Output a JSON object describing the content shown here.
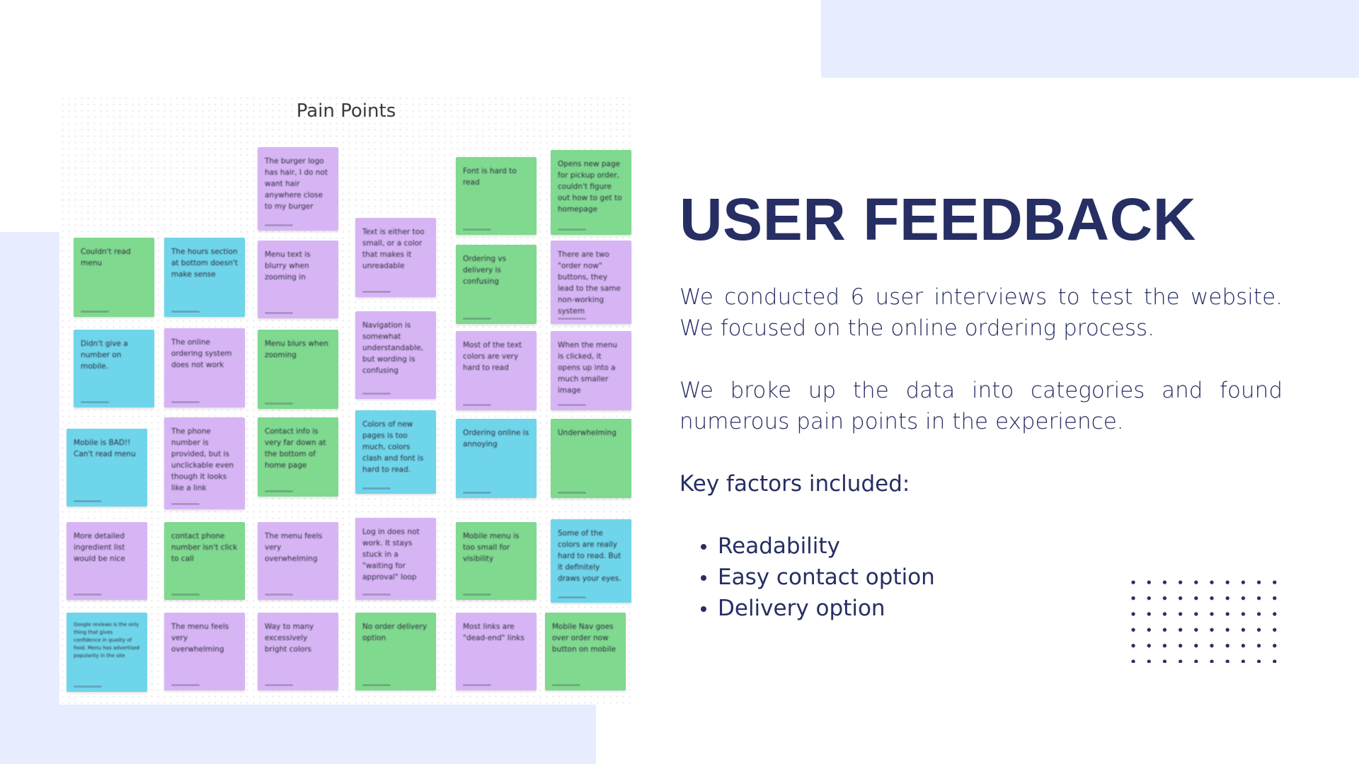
{
  "board": {
    "title": "Pain Points",
    "notes": [
      {
        "text": "Couldn't read menu",
        "color": "#7fd98f"
      },
      {
        "text": "Didn't give a number on mobile.",
        "color": "#6fd5ea"
      },
      {
        "text": "Mobile is BAD!! Can't read menu",
        "color": "#6fd5ea"
      },
      {
        "text": "More detailed ingredient list would be nice",
        "color": "#d7b5f5"
      },
      {
        "text": "Google reviews is the only thing that gives confidence in quality of food. Menu has advertised popularity in the site",
        "color": "#6fd5ea"
      },
      {
        "text": "The hours section at bottom doesn't make sense",
        "color": "#6fd5ea"
      },
      {
        "text": "The online ordering system does not work",
        "color": "#d7b5f5"
      },
      {
        "text": "The phone number is provided, but is unclickable even though it looks like a link",
        "color": "#d7b5f5"
      },
      {
        "text": "contact phone number isn't click to call",
        "color": "#7fd98f"
      },
      {
        "text": "The menu feels very overwhelming",
        "color": "#d7b5f5"
      },
      {
        "text": "The burger logo has hair, I do not want hair anywhere close to my burger",
        "color": "#d7b5f5"
      },
      {
        "text": "Menu text is blurry when zooming in",
        "color": "#d7b5f5"
      },
      {
        "text": "Menu blurs when zooming",
        "color": "#7fd98f"
      },
      {
        "text": "Contact info is very far down at the bottom of home page",
        "color": "#7fd98f"
      },
      {
        "text": "The menu feels very overwhelming",
        "color": "#d7b5f5"
      },
      {
        "text": "Way to many excessively bright colors",
        "color": "#d7b5f5"
      },
      {
        "text": "Text is either too small, or a color that makes it unreadable",
        "color": "#d7b5f5"
      },
      {
        "text": "Navigation is somewhat understandable, but wording is confusing",
        "color": "#d7b5f5"
      },
      {
        "text": "Colors of new pages is too much, colors clash and font is hard to read.",
        "color": "#6fd5ea"
      },
      {
        "text": "Log in does not work. It stays stuck in a \"waiting for approval\" loop",
        "color": "#d7b5f5"
      },
      {
        "text": "No order delivery option",
        "color": "#7fd98f"
      },
      {
        "text": "Font is hard to read",
        "color": "#7fd98f"
      },
      {
        "text": "Ordering vs delivery is confusing",
        "color": "#7fd98f"
      },
      {
        "text": "Most of the text colors are very hard to read",
        "color": "#d7b5f5"
      },
      {
        "text": "Ordering online is annoying",
        "color": "#6fd5ea"
      },
      {
        "text": "Mobile menu is too small for visibility",
        "color": "#7fd98f"
      },
      {
        "text": "Most links are \"dead-end\" links",
        "color": "#d7b5f5"
      },
      {
        "text": "Opens new page for pickup order, couldn't figure out how to get to homepage",
        "color": "#7fd98f"
      },
      {
        "text": "There are two \"order now\" buttons, they lead to the same non-working system",
        "color": "#d7b5f5"
      },
      {
        "text": "When the menu is clicked, it opens up into a much smaller image",
        "color": "#d7b5f5"
      },
      {
        "text": "Underwhelming",
        "color": "#7fd98f"
      },
      {
        "text": "Some of the colors are really hard to read. But it definitely draws your eyes.",
        "color": "#6fd5ea"
      },
      {
        "text": "Mobile Nav goes over order now button on mobile",
        "color": "#7fd98f"
      }
    ]
  },
  "content": {
    "heading": "USER FEEDBACK",
    "paragraph1": "We conducted 6 user interviews to test the website. We focused on the online ordering process.",
    "paragraph2": "We broke up the data into categories and found numerous pain points in the experience.",
    "factors_label": "Key factors included:",
    "factors": [
      "Readability",
      "Easy contact option",
      "Delivery option"
    ]
  },
  "colors": {
    "accent": "#262e63",
    "background_block": "#e7edff",
    "sticky_green": "#7fd98f",
    "sticky_cyan": "#6fd5ea",
    "sticky_purple": "#d7b5f5"
  }
}
